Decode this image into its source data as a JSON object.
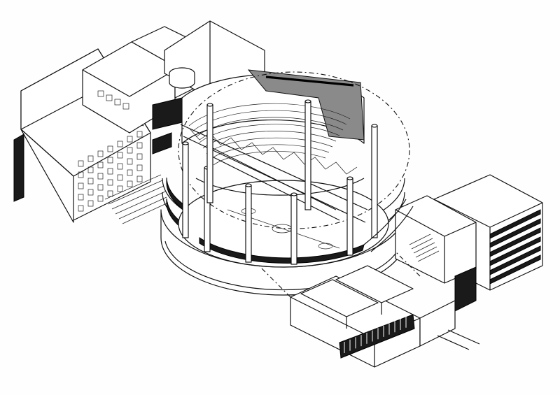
{
  "figure": {
    "kind": "isometric cutaway drawing of a circular building with attached wings",
    "colors": {
      "ink": "#111111",
      "paper": "#fefefe",
      "hatch": "#8a8a8a"
    },
    "columns": [
      {
        "id": "c1"
      },
      {
        "id": "c2"
      },
      {
        "id": "c3"
      },
      {
        "id": "c4"
      },
      {
        "id": "c5"
      },
      {
        "id": "c6"
      },
      {
        "id": "c7"
      },
      {
        "id": "c8"
      }
    ],
    "window_bands": {
      "left_wing_rows": 5,
      "right_wing_rows": 6,
      "front_wing_rows": 3
    }
  }
}
